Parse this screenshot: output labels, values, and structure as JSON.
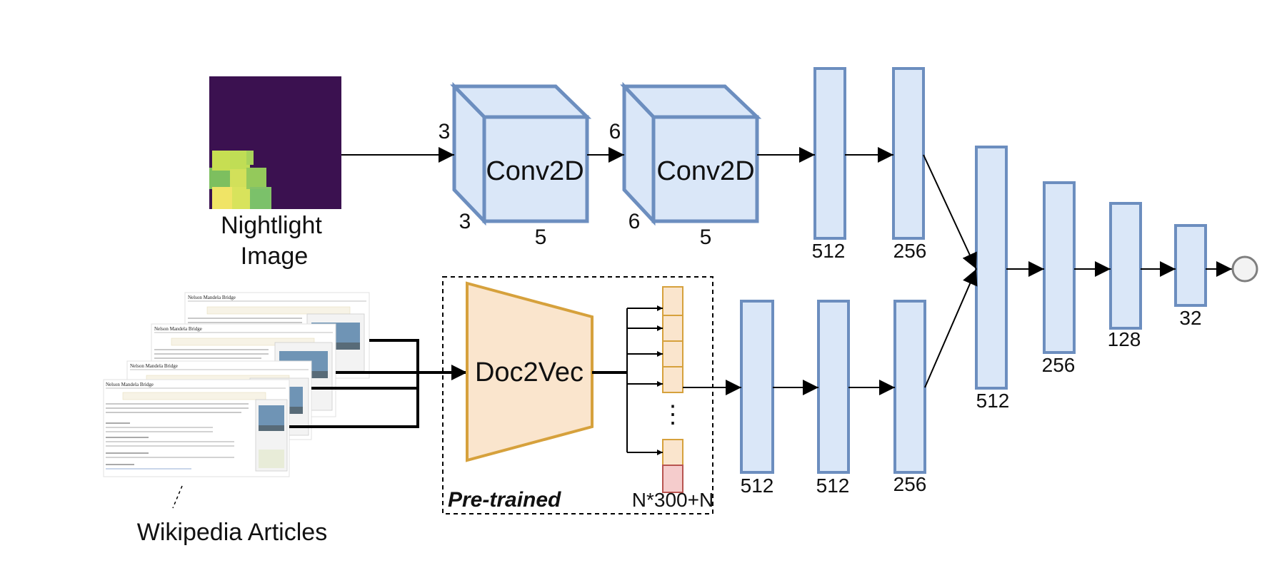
{
  "colors": {
    "layer_fill": "#dae7f8",
    "layer_stroke": "#6c8ebf",
    "doc_fill": "#fae5cd",
    "doc_stroke": "#d6a13c",
    "vec_red_fill": "#f5cccc",
    "vec_red_stroke": "#b85450",
    "nightlight_bg": "#3b1150"
  },
  "nightlight": {
    "label_line1": "Nightlight",
    "label_line2": "Image"
  },
  "wikipedia": {
    "label": "Wikipedia Articles",
    "article_title": "Nelson Mandela Bridge"
  },
  "conv1": {
    "label": "Conv2D",
    "channels_in": "3",
    "kernel_depth": "3",
    "kernel_size": "5"
  },
  "conv2": {
    "label": "Conv2D",
    "channels_in": "6",
    "kernel_depth": "6",
    "kernel_size": "5"
  },
  "image_dense": [
    "512",
    "256"
  ],
  "doc2vec": {
    "label": "Doc2Vec",
    "pretrained": "Pre-trained",
    "output_size": "N*300+N",
    "ellipsis": "⋮"
  },
  "text_dense": [
    "512",
    "512",
    "256"
  ],
  "merged_dense": [
    "512",
    "256",
    "128",
    "32"
  ]
}
